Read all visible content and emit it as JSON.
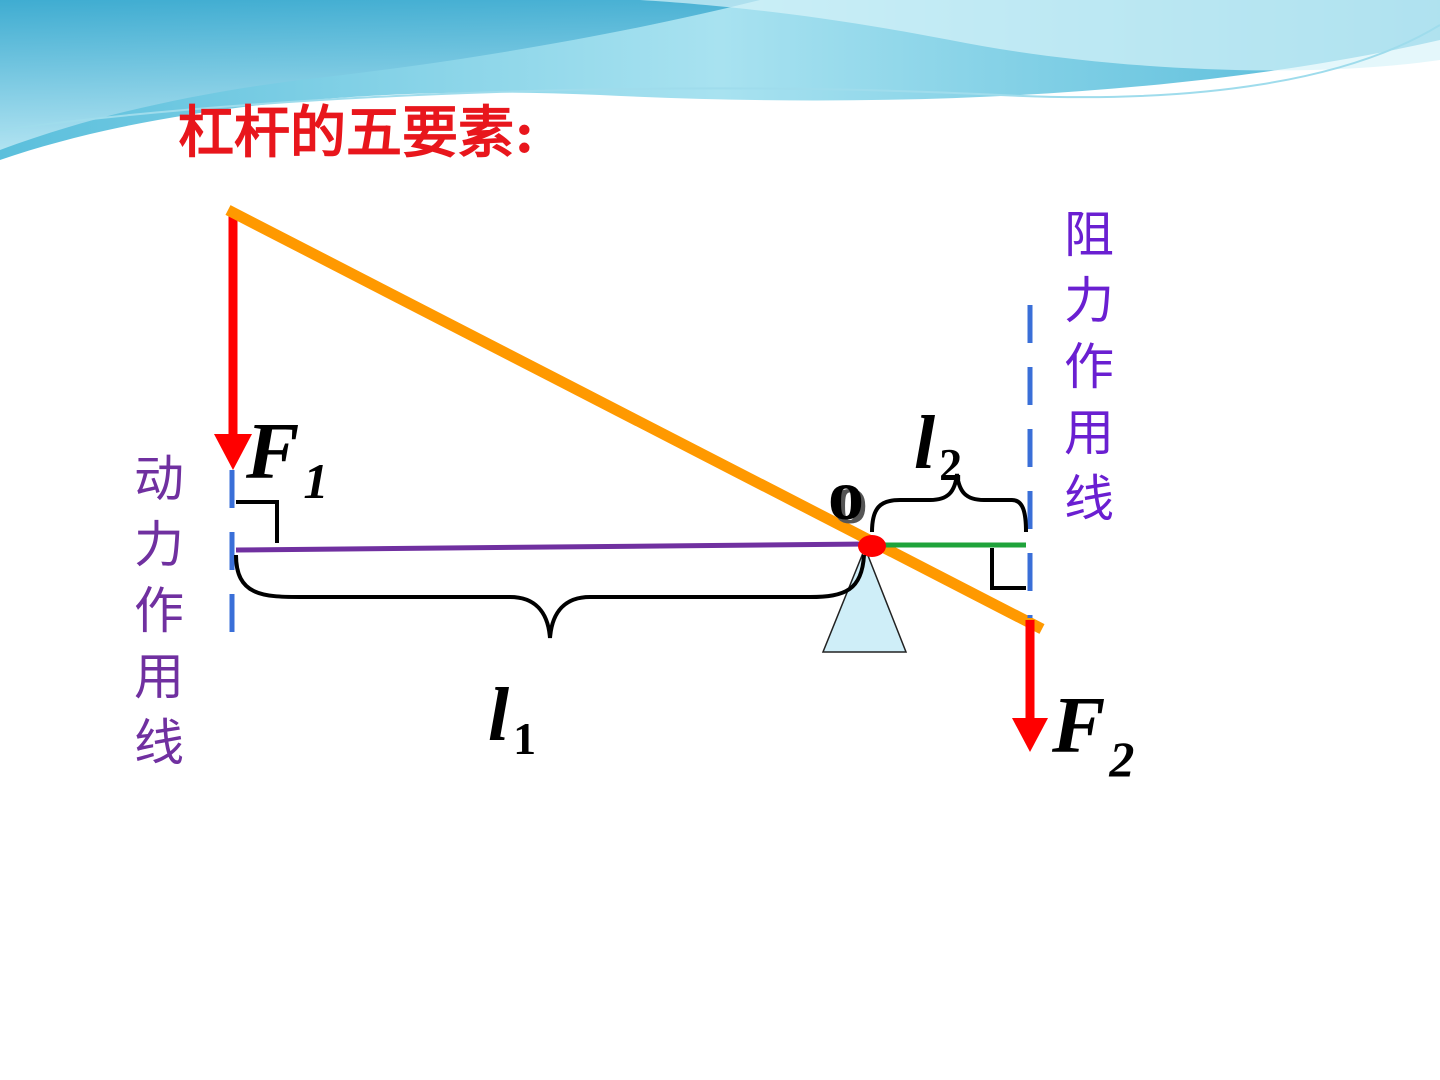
{
  "title": "杠杆的五要素:",
  "effort_line_label": [
    "动",
    "力",
    "作",
    "用",
    "线"
  ],
  "resistance_line_label": [
    "阻",
    "力",
    "作",
    "用",
    "线"
  ],
  "symbols": {
    "effort_force": "F",
    "effort_force_sub": "1",
    "resistance_force": "F",
    "resistance_force_sub": "2",
    "fulcrum": "o",
    "effort_arm": "l",
    "effort_arm_sub": "1",
    "resistance_arm": "l",
    "resistance_arm_sub": "2"
  },
  "colors": {
    "title": "#e8161c",
    "lever": "#ff9900",
    "force_arrow": "#ff0000",
    "action_line": "#3a6fd8",
    "effort_arm": "#7030a0",
    "resistance_arm": "#1fa33a",
    "fulcrum_dot": "#ff0000",
    "fulcrum_support": "#cfeef8",
    "effort_label": "#7030a0",
    "resistance_label": "#6a1fd1",
    "header_wave": "#7fd0e6"
  }
}
